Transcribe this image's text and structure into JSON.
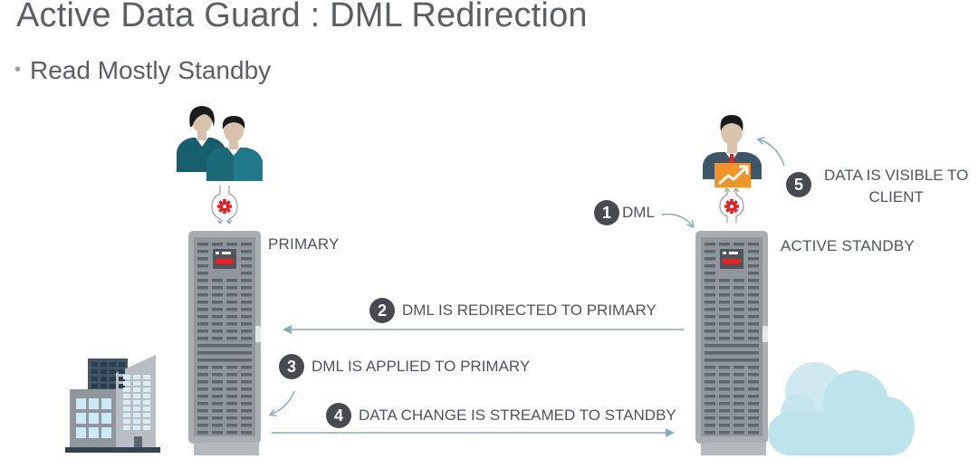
{
  "slide": {
    "title": "Active Data Guard : DML Redirection",
    "bullet": "Read Mostly Standby"
  },
  "nodes": {
    "primary_label": "PRIMARY",
    "standby_label": "ACTIVE STANDBY"
  },
  "steps": [
    {
      "number": "1",
      "text": "DML"
    },
    {
      "number": "2",
      "text": "DML IS REDIRECTED TO PRIMARY"
    },
    {
      "number": "3",
      "text": "DML IS APPLIED TO PRIMARY"
    },
    {
      "number": "4",
      "text": "DATA CHANGE IS STREAMED TO STANDBY"
    },
    {
      "number": "5",
      "text_line1": "DATA IS VISIBLE TO",
      "text_line2": "CLIENT"
    }
  ],
  "icons": {
    "users": "users-icon",
    "client": "business-user-icon",
    "chart": "trending-up-chart-icon",
    "gear": "gear-icon",
    "server": "server-rack-icon",
    "building": "office-building-icon",
    "cloud": "cloud-icon"
  },
  "colors": {
    "teal": "#1f7b8c",
    "teal_dark": "#175f6d",
    "orange": "#f0932b",
    "red": "#e8202a",
    "server_body": "#a9aeb3",
    "server_slot": "#5d666d",
    "arrow": "#8aa9bd",
    "cloud": "#bde3ec",
    "badge": "#474b4f"
  }
}
